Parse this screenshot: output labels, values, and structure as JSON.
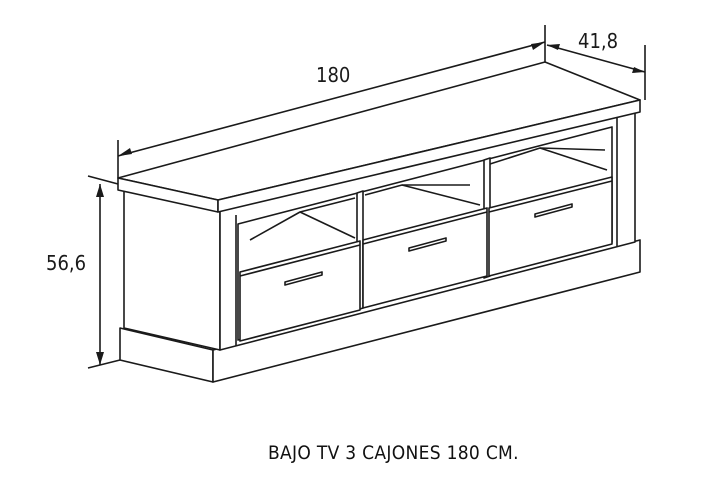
{
  "dimensions": {
    "width": "180",
    "depth": "41,8",
    "height": "56,6"
  },
  "caption": "BAJO TV 3 CAJONES 180 CM."
}
